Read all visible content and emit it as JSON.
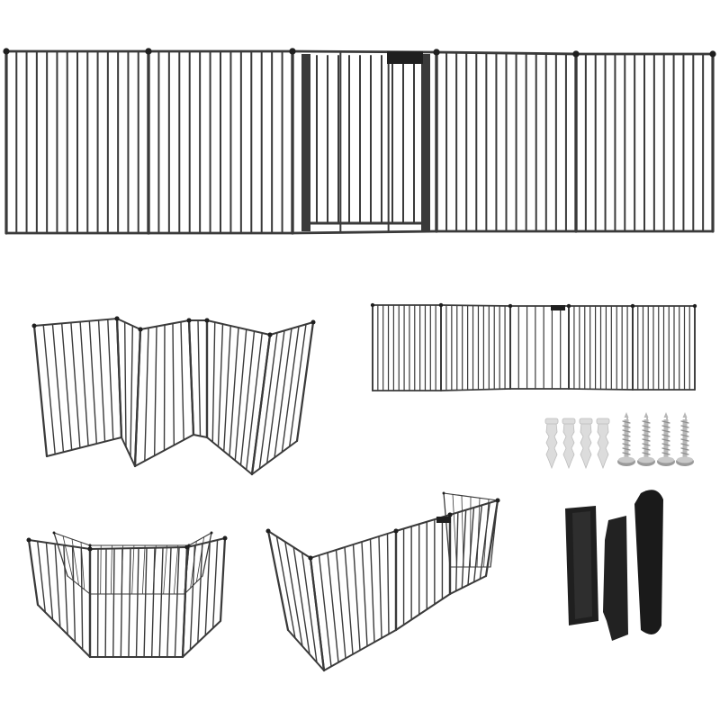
{
  "colors": {
    "background": "#ffffff",
    "metal": "#3a3a3a",
    "metal_dark": "#1f1f1f",
    "plug": "#dcdcdc",
    "screw": "#b8b8b8"
  },
  "product": {
    "views": [
      "gate-unfolded-front",
      "gate-folded-zigzag",
      "gate-unfolded-small",
      "wall-anchors",
      "wood-screws",
      "wall-mount-brackets",
      "gate-hexagon-enclosure",
      "gate-fireplace-enclosure"
    ]
  }
}
